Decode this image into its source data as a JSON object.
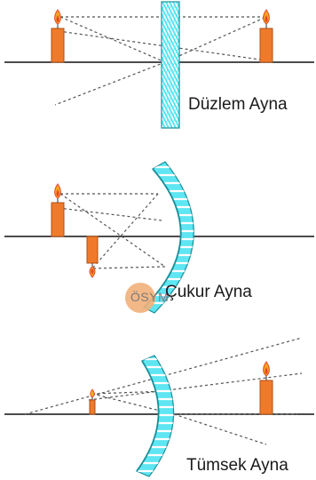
{
  "labels": {
    "plane_mirror": "Düzlem Ayna",
    "concave_mirror": "Çukur Ayna",
    "convex_mirror": "Tümsek Ayna"
  },
  "watermark": "ÖSYM",
  "colors": {
    "mirror_fill": "#5ee6f2",
    "mirror_stripe": "#ffffff",
    "mirror_edge": "#1a8f99",
    "candle_body": "#f07a2b",
    "candle_edge": "#b04f12",
    "flame_outer": "#f5a623",
    "flame_inner": "#e8432a",
    "axis_line": "#111111",
    "ray_line": "#555555",
    "watermark_circle": "#f2b07a"
  }
}
